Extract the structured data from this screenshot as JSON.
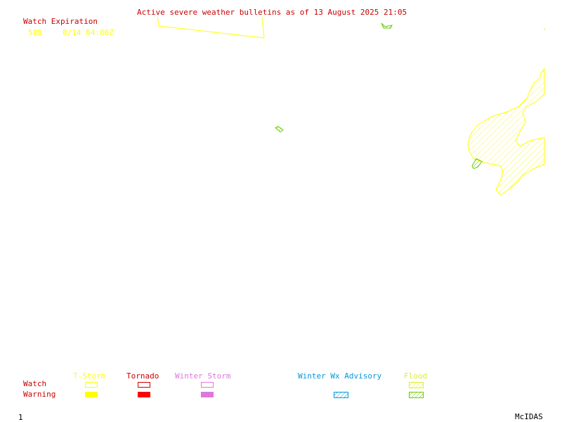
{
  "header": {
    "title": "Active severe weather bulletins as of 13 August 2025 21:05"
  },
  "watch_expiration": {
    "label": "Watch Expiration",
    "entries": [
      {
        "id": "588",
        "expires": "8/14 04:00Z"
      }
    ]
  },
  "legend": {
    "row_labels": {
      "watch": "Watch",
      "warning": "Warning"
    },
    "categories": [
      {
        "key": "tstorm",
        "label": "T-Storm",
        "color": "#ffff00"
      },
      {
        "key": "tornado",
        "label": "Tornado",
        "color": "#ff0000"
      },
      {
        "key": "winter_storm",
        "label": "Winter Storm",
        "color": "#dd77dd"
      },
      {
        "key": "winter_wx_advisory",
        "label": "Winter Wx Advisory",
        "color": "#0099dd"
      },
      {
        "key": "flood",
        "label": "Flood",
        "color": "#ddee33"
      }
    ]
  },
  "footer": {
    "frame_number": "1",
    "software": "McIDAS"
  },
  "colors": {
    "title_text": "#cc0000",
    "watch_outline": "#ffff00",
    "flood_warning": "#66cc00",
    "tstorm_hatch": "#ffff00"
  }
}
